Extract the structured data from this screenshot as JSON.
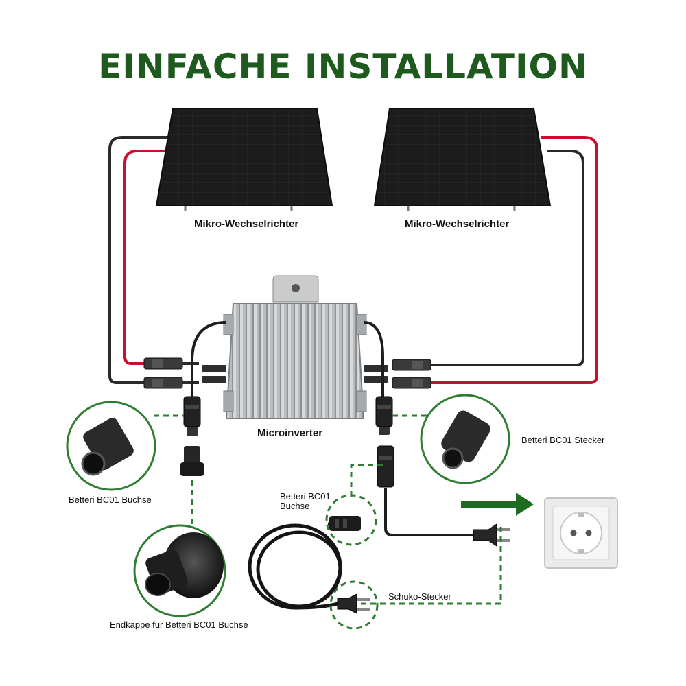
{
  "title": "EINFACHE INSTALLATION",
  "colors": {
    "title": "#1e5a1e",
    "dash": "#2e7d32",
    "arrow": "#1f6b22",
    "cable_red": "#c8102e",
    "cable_black": "#2a2a2a",
    "panel": "#1b1b1b"
  },
  "labels": {
    "panel_left": "Mikro-Wechselrichter",
    "panel_right": "Mikro-Wechselrichter",
    "microinverter": "Microinverter",
    "bc01_buchse": "Betteri BC01 Buchse",
    "bc01_stecker": "Betteri BC01 Stecker",
    "bc01_buchse_cable_line1": "Betteri BC01",
    "bc01_buchse_cable_line2": "Buchse",
    "endkappe": "Endkappe für Betteri BC01 Buchse",
    "schuko": "Schuko-Stecker"
  },
  "icons": {
    "panel": "solar-panel-icon",
    "inverter": "microinverter-icon",
    "connector": "mc4-connector-icon",
    "bc01": "bc01-connector-icon",
    "end_cap": "end-cap-icon",
    "plug": "schuko-plug-icon",
    "socket": "wall-socket-icon",
    "arrow": "arrow-right-icon"
  }
}
